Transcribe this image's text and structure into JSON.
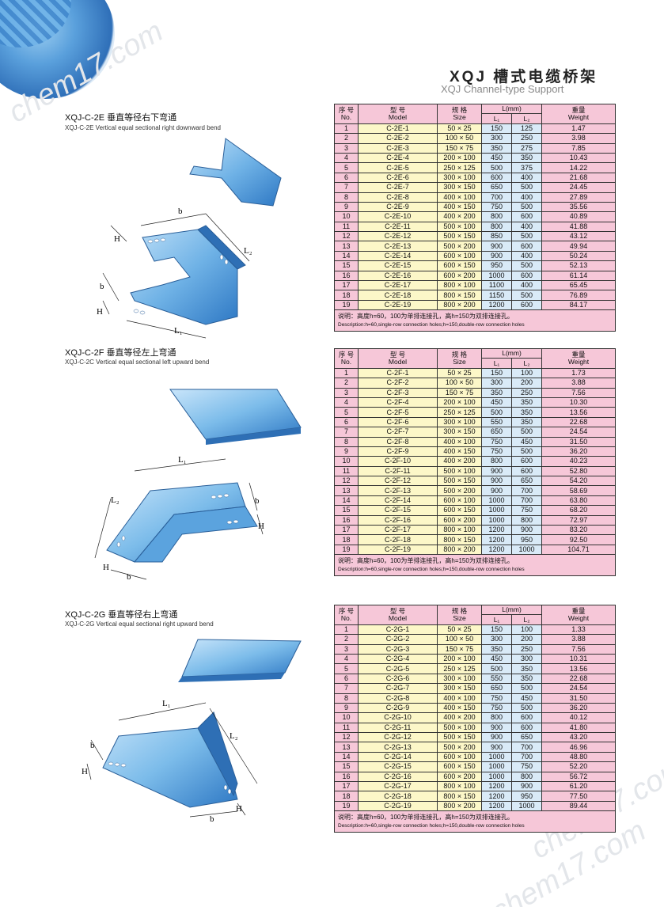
{
  "header": {
    "title": "XQJ  槽式电缆桥架",
    "subtitle": "XQJ Channel-type Support"
  },
  "watermark": "chem17.com",
  "headers": {
    "no_cn": "序 号",
    "no_en": "No.",
    "model_cn": "型 号",
    "model_en": "Model",
    "size_cn": "规 格",
    "size_en": "Size",
    "l": "L(mm)",
    "l1": "L₁",
    "l2": "L₂",
    "weight_cn": "重量",
    "weight_en": "Weight"
  },
  "dims": {
    "b": "b",
    "h": "H",
    "l1": "L₁",
    "l2": "L₂"
  },
  "sections": [
    {
      "title": "XQJ-C-2E  垂直等径右下弯通",
      "subtitle": "XQJ-C-2E Vertical equal sectional right downward bend",
      "note_cn": "说明：高度h=60，100为单排连接孔，高h=150为双排连接孔。",
      "note_en": "Description:h=60,single-row connection holes;h=150,double-row connection holes",
      "rows": [
        [
          "1",
          "C-2E-1",
          "50 × 25",
          "150",
          "125",
          "1.47"
        ],
        [
          "2",
          "C-2E-2",
          "100 × 50",
          "300",
          "250",
          "3.98"
        ],
        [
          "3",
          "C-2E-3",
          "150 × 75",
          "350",
          "275",
          "7.85"
        ],
        [
          "4",
          "C-2E-4",
          "200 × 100",
          "450",
          "350",
          "10.43"
        ],
        [
          "5",
          "C-2E-5",
          "250 × 125",
          "500",
          "375",
          "14.22"
        ],
        [
          "6",
          "C-2E-6",
          "300 × 100",
          "600",
          "400",
          "21.68"
        ],
        [
          "7",
          "C-2E-7",
          "300 × 150",
          "650",
          "500",
          "24.45"
        ],
        [
          "8",
          "C-2E-8",
          "400 × 100",
          "700",
          "400",
          "27.89"
        ],
        [
          "9",
          "C-2E-9",
          "400 × 150",
          "750",
          "500",
          "35.56"
        ],
        [
          "10",
          "C-2E-10",
          "400 × 200",
          "800",
          "600",
          "40.89"
        ],
        [
          "11",
          "C-2E-11",
          "500 × 100",
          "800",
          "400",
          "41.88"
        ],
        [
          "12",
          "C-2E-12",
          "500 × 150",
          "850",
          "500",
          "43.12"
        ],
        [
          "13",
          "C-2E-13",
          "500 × 200",
          "900",
          "600",
          "49.94"
        ],
        [
          "14",
          "C-2E-14",
          "600 × 100",
          "900",
          "400",
          "50.24"
        ],
        [
          "15",
          "C-2E-15",
          "600 × 150",
          "950",
          "500",
          "52.13"
        ],
        [
          "16",
          "C-2E-16",
          "600 × 200",
          "1000",
          "600",
          "61.14"
        ],
        [
          "17",
          "C-2E-17",
          "800 × 100",
          "1100",
          "400",
          "65.45"
        ],
        [
          "18",
          "C-2E-18",
          "800 × 150",
          "1150",
          "500",
          "76.89"
        ],
        [
          "19",
          "C-2E-19",
          "800 × 200",
          "1200",
          "600",
          "84.17"
        ]
      ]
    },
    {
      "title": "XQJ-C-2F  垂直等径左上弯通",
      "subtitle": "XQJ-C-2C Vertical equal sectional left upward bend",
      "note_cn": "说明：高度h=60，100为单排连接孔，高h=150为双排连接孔。",
      "note_en": "Description:h=60,single-row connection holes;h=150,double-row connection holes",
      "rows": [
        [
          "1",
          "C-2F-1",
          "50 × 25",
          "150",
          "100",
          "1.73"
        ],
        [
          "2",
          "C-2F-2",
          "100 × 50",
          "300",
          "200",
          "3.88"
        ],
        [
          "3",
          "C-2F-3",
          "150 × 75",
          "350",
          "250",
          "7.56"
        ],
        [
          "4",
          "C-2F-4",
          "200 × 100",
          "450",
          "350",
          "10.30"
        ],
        [
          "5",
          "C-2F-5",
          "250 × 125",
          "500",
          "350",
          "13.56"
        ],
        [
          "6",
          "C-2F-6",
          "300 × 100",
          "550",
          "350",
          "22.68"
        ],
        [
          "7",
          "C-2F-7",
          "300 × 150",
          "650",
          "500",
          "24.54"
        ],
        [
          "8",
          "C-2F-8",
          "400 × 100",
          "750",
          "450",
          "31.50"
        ],
        [
          "9",
          "C-2F-9",
          "400 × 150",
          "750",
          "500",
          "36.20"
        ],
        [
          "10",
          "C-2F-10",
          "400 × 200",
          "800",
          "600",
          "40.23"
        ],
        [
          "11",
          "C-2F-11",
          "500 × 100",
          "900",
          "600",
          "52.80"
        ],
        [
          "12",
          "C-2F-12",
          "500 × 150",
          "900",
          "650",
          "54.20"
        ],
        [
          "13",
          "C-2F-13",
          "500 × 200",
          "900",
          "700",
          "58.69"
        ],
        [
          "14",
          "C-2F-14",
          "600 × 100",
          "1000",
          "700",
          "63.80"
        ],
        [
          "15",
          "C-2F-15",
          "600 × 150",
          "1000",
          "750",
          "68.20"
        ],
        [
          "16",
          "C-2F-16",
          "600 × 200",
          "1000",
          "800",
          "72.97"
        ],
        [
          "17",
          "C-2F-17",
          "800 × 100",
          "1200",
          "900",
          "83.20"
        ],
        [
          "18",
          "C-2F-18",
          "800 × 150",
          "1200",
          "950",
          "92.50"
        ],
        [
          "19",
          "C-2F-19",
          "800 × 200",
          "1200",
          "1000",
          "104.71"
        ]
      ]
    },
    {
      "title": "XQJ-C-2G  垂直等径右上弯通",
      "subtitle": "XQJ-C-2G Vertical equal sectional right upward bend",
      "note_cn": "说明：高度h=60，100为单排连接孔，高h=150为双排连接孔。",
      "note_en": "Description:h=60,single-row connection holes;h=150,double-row connection holes",
      "rows": [
        [
          "1",
          "C-2G-1",
          "50 × 25",
          "150",
          "100",
          "1.33"
        ],
        [
          "2",
          "C-2G-2",
          "100 × 50",
          "300",
          "200",
          "3.88"
        ],
        [
          "3",
          "C-2G-3",
          "150 × 75",
          "350",
          "250",
          "7.56"
        ],
        [
          "4",
          "C-2G-4",
          "200 × 100",
          "450",
          "300",
          "10.31"
        ],
        [
          "5",
          "C-2G-5",
          "250 × 125",
          "500",
          "350",
          "13.56"
        ],
        [
          "6",
          "C-2G-6",
          "300 × 100",
          "550",
          "350",
          "22.68"
        ],
        [
          "7",
          "C-2G-7",
          "300 × 150",
          "650",
          "500",
          "24.54"
        ],
        [
          "8",
          "C-2G-8",
          "400 × 100",
          "750",
          "450",
          "31.50"
        ],
        [
          "9",
          "C-2G-9",
          "400 × 150",
          "750",
          "500",
          "36.20"
        ],
        [
          "10",
          "C-2G-10",
          "400 × 200",
          "800",
          "600",
          "40.12"
        ],
        [
          "11",
          "C-2G-11",
          "500 × 100",
          "900",
          "600",
          "41.80"
        ],
        [
          "12",
          "C-2G-12",
          "500 × 150",
          "900",
          "650",
          "43.20"
        ],
        [
          "13",
          "C-2G-13",
          "500 × 200",
          "900",
          "700",
          "46.96"
        ],
        [
          "14",
          "C-2G-14",
          "600 × 100",
          "1000",
          "700",
          "48.80"
        ],
        [
          "15",
          "C-2G-15",
          "600 × 150",
          "1000",
          "750",
          "52.20"
        ],
        [
          "16",
          "C-2G-16",
          "600 × 200",
          "1000",
          "800",
          "56.72"
        ],
        [
          "17",
          "C-2G-17",
          "800 × 100",
          "1200",
          "900",
          "61.20"
        ],
        [
          "18",
          "C-2G-18",
          "800 × 150",
          "1200",
          "950",
          "77.50"
        ],
        [
          "19",
          "C-2G-19",
          "800 × 200",
          "1200",
          "1000",
          "89.44"
        ]
      ]
    }
  ]
}
